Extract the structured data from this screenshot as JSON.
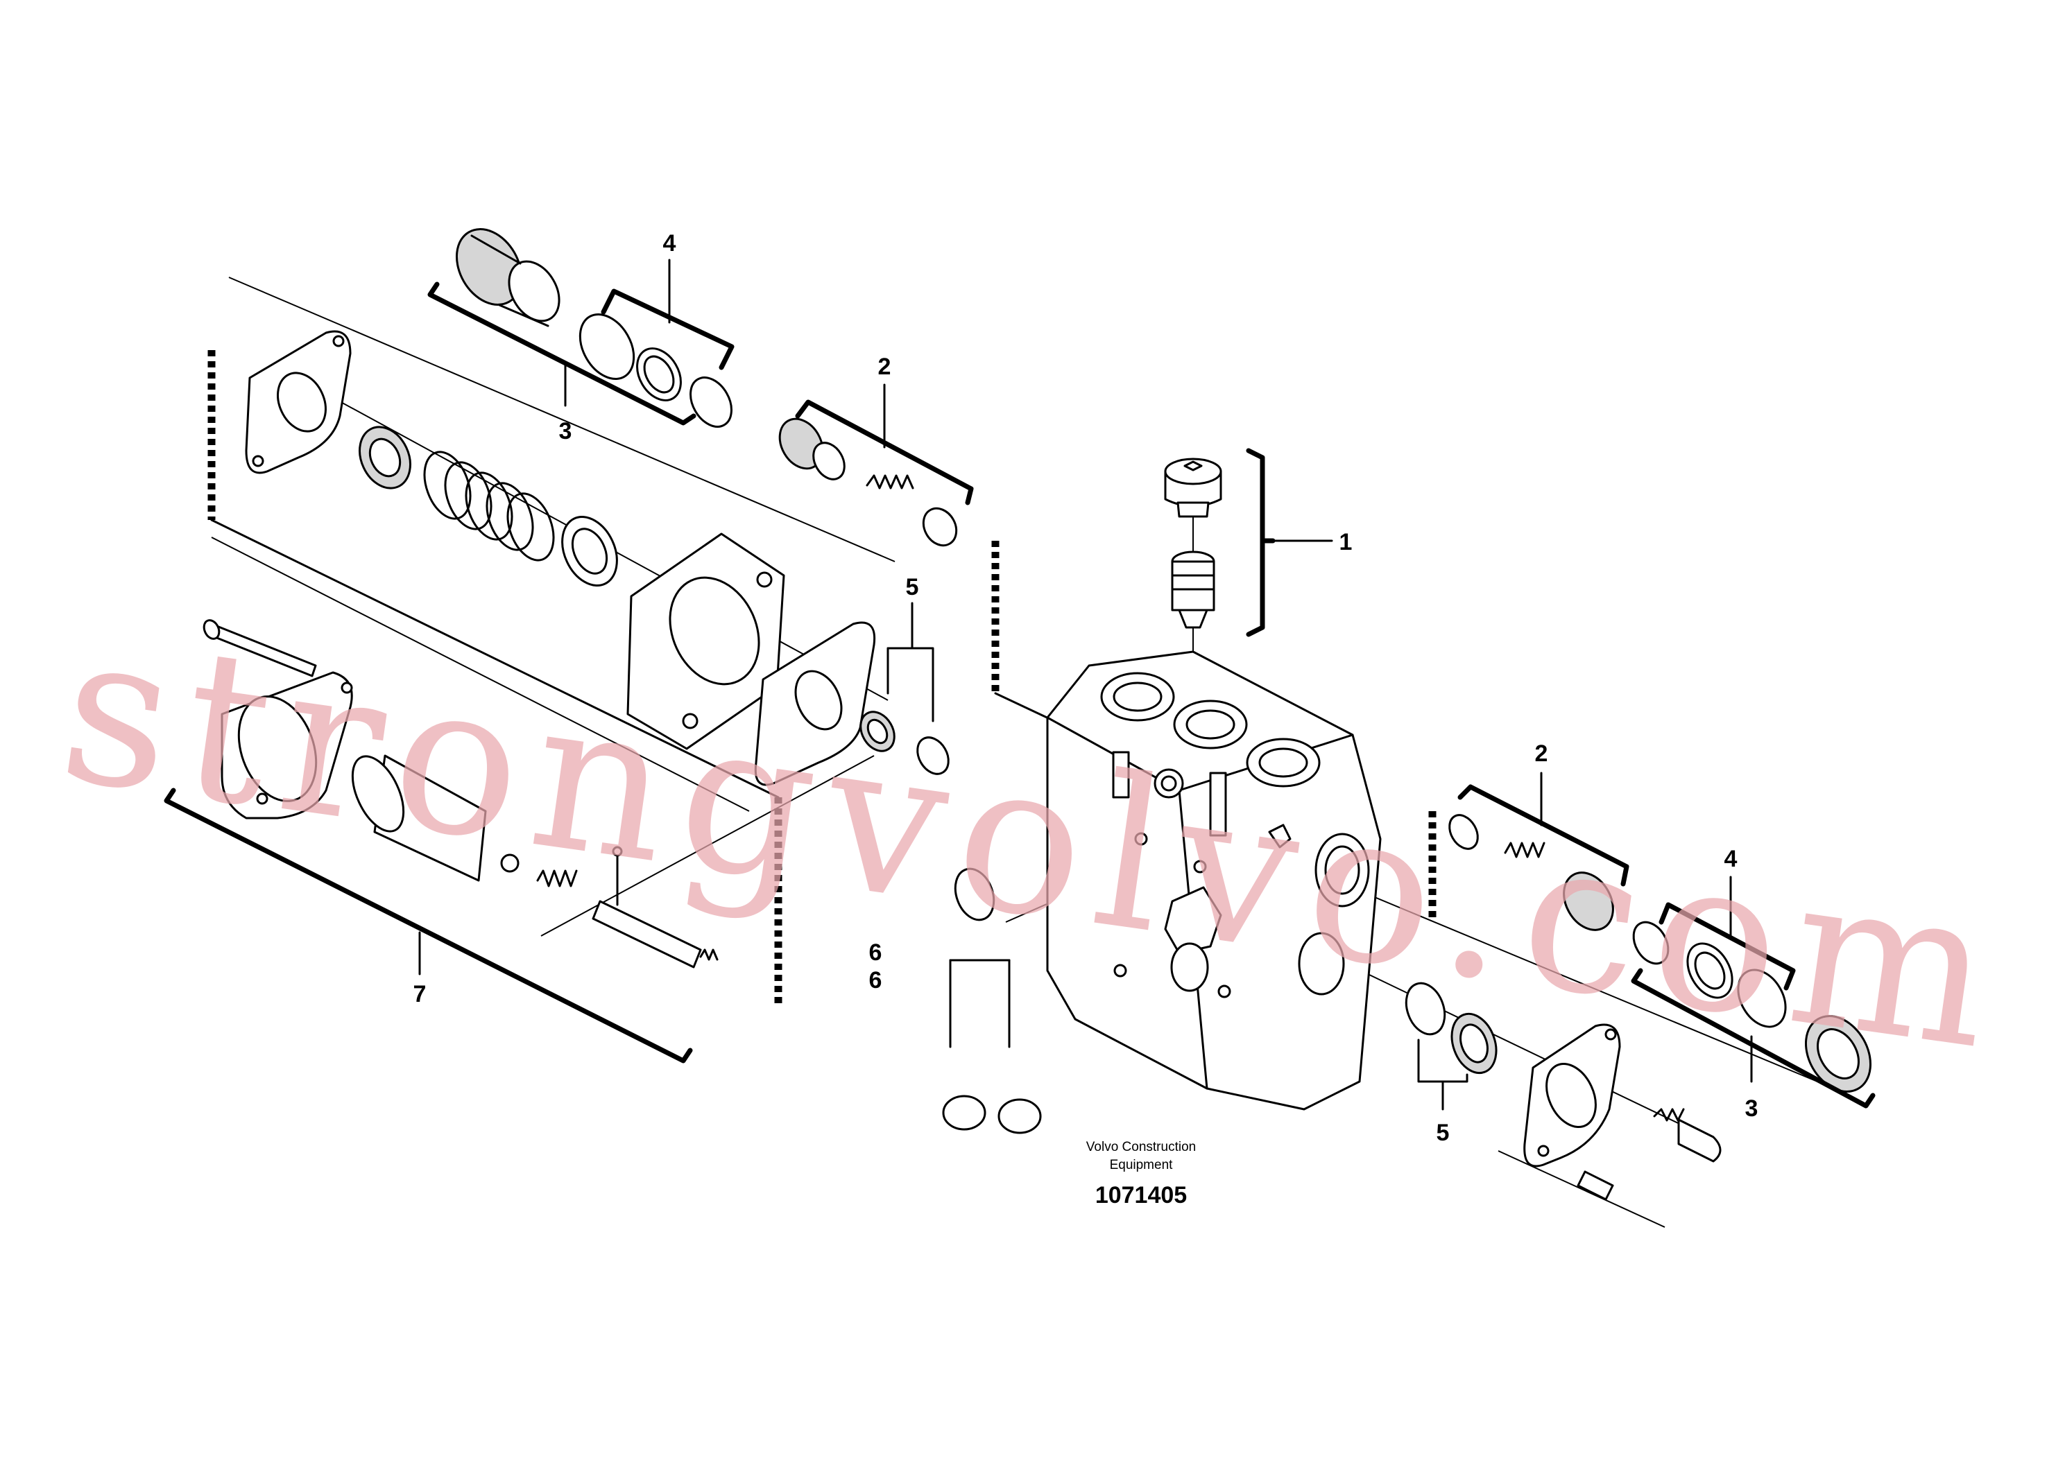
{
  "callouts": [
    {
      "id": "1",
      "label": "1"
    },
    {
      "id": "2-top",
      "label": "2"
    },
    {
      "id": "2-right",
      "label": "2"
    },
    {
      "id": "3-top",
      "label": "3"
    },
    {
      "id": "3-right",
      "label": "3"
    },
    {
      "id": "4-top",
      "label": "4"
    },
    {
      "id": "4-right",
      "label": "4"
    },
    {
      "id": "5-mid",
      "label": "5"
    },
    {
      "id": "5-right",
      "label": "5"
    },
    {
      "id": "6a",
      "label": "6"
    },
    {
      "id": "6b",
      "label": "6"
    },
    {
      "id": "7",
      "label": "7"
    }
  ],
  "caption": {
    "line1": "Volvo Construction",
    "line2": "Equipment",
    "drawing_number": "1071405"
  },
  "watermark": {
    "text": "strongvolvo.com",
    "color": "#e9a7ad"
  }
}
